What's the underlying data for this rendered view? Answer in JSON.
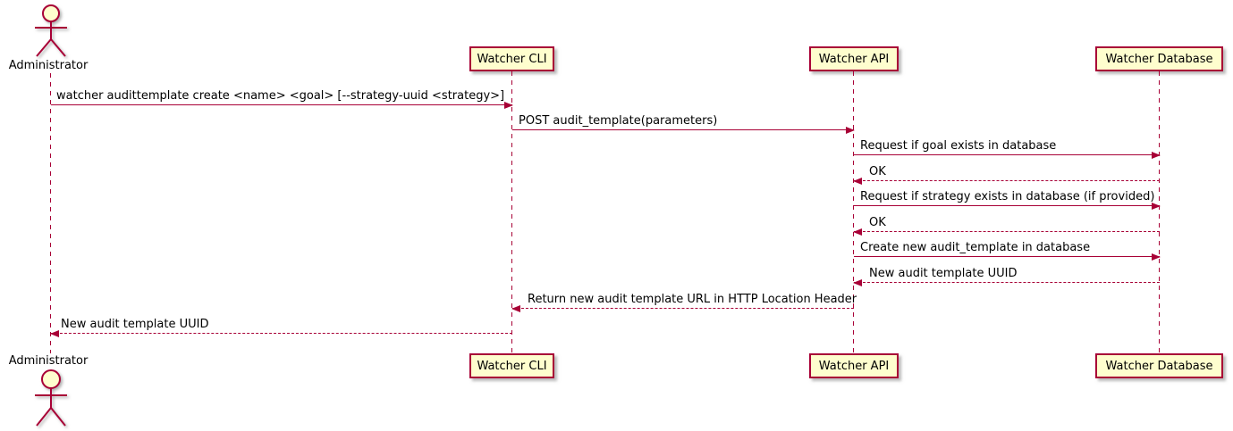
{
  "actor": {
    "label": "Administrator"
  },
  "participants": [
    {
      "label": "Watcher CLI"
    },
    {
      "label": "Watcher API"
    },
    {
      "label": "Watcher Database"
    }
  ],
  "messages": [
    {
      "label": "watcher audittemplate create <name> <goal> [--strategy-uuid <strategy>]",
      "from": "Administrator",
      "to": "Watcher CLI",
      "line": "solid",
      "direction": "right"
    },
    {
      "label": "POST audit_template(parameters)",
      "from": "Watcher CLI",
      "to": "Watcher API",
      "line": "solid",
      "direction": "right"
    },
    {
      "label": "Request if goal exists in database",
      "from": "Watcher API",
      "to": "Watcher Database",
      "line": "solid",
      "direction": "right"
    },
    {
      "label": "OK",
      "from": "Watcher Database",
      "to": "Watcher API",
      "line": "dashed",
      "direction": "left"
    },
    {
      "label": "Request if strategy exists in database (if provided)",
      "from": "Watcher API",
      "to": "Watcher Database",
      "line": "solid",
      "direction": "right"
    },
    {
      "label": "OK",
      "from": "Watcher Database",
      "to": "Watcher API",
      "line": "dashed",
      "direction": "left"
    },
    {
      "label": "Create new audit_template in database",
      "from": "Watcher API",
      "to": "Watcher Database",
      "line": "solid",
      "direction": "right"
    },
    {
      "label": "New audit template UUID",
      "from": "Watcher Database",
      "to": "Watcher API",
      "line": "dashed",
      "direction": "left"
    },
    {
      "label": "Return new audit template URL in HTTP Location Header",
      "from": "Watcher API",
      "to": "Watcher CLI",
      "line": "dashed",
      "direction": "left"
    },
    {
      "label": "New audit template UUID",
      "from": "Watcher CLI",
      "to": "Administrator",
      "line": "dashed",
      "direction": "left"
    }
  ],
  "colors": {
    "participant_fill": "#FEFECE",
    "line": "#A80036",
    "text": "#000000",
    "background": "#FFFFFF"
  }
}
